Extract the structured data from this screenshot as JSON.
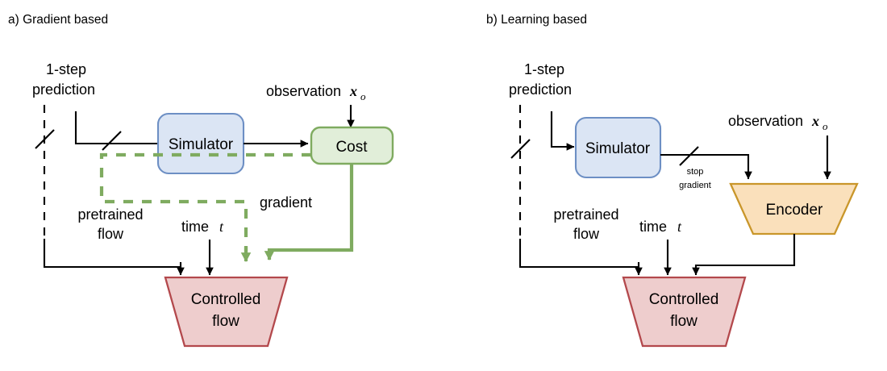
{
  "figure": {
    "background": "#ffffff",
    "panels": [
      {
        "id": "a",
        "title": "a) Gradient based",
        "nodes": [
          {
            "name": "simulator",
            "label": "Simulator",
            "shape": "rounded-rect",
            "fill": "#dbe5f4",
            "stroke": "#6d8fc4"
          },
          {
            "name": "cost",
            "label": "Cost",
            "shape": "rounded-rect",
            "fill": "#e1eed9",
            "stroke": "#7fab60"
          },
          {
            "name": "controlled-flow",
            "label_line1": "Controlled",
            "label_line2": "flow",
            "shape": "trapezoid",
            "fill": "#eecdcd",
            "stroke": "#b3484c"
          }
        ],
        "labels": {
          "one_step": "1-step",
          "prediction": "prediction",
          "observation": "observation",
          "observation_var": "x",
          "observation_sub": "o",
          "pretrained": "pretrained",
          "flow": "flow",
          "time": "time",
          "time_var": "t",
          "gradient": "gradient"
        }
      },
      {
        "id": "b",
        "title": "b) Learning based",
        "nodes": [
          {
            "name": "simulator",
            "label": "Simulator",
            "shape": "rounded-rect",
            "fill": "#dbe5f4",
            "stroke": "#6d8fc4"
          },
          {
            "name": "encoder",
            "label": "Encoder",
            "shape": "trapezoid",
            "fill": "#fae0bb",
            "stroke": "#c9962a"
          },
          {
            "name": "controlled-flow",
            "label_line1": "Controlled",
            "label_line2": "flow",
            "shape": "trapezoid",
            "fill": "#eecdcd",
            "stroke": "#b3484c"
          }
        ],
        "labels": {
          "one_step": "1-step",
          "prediction": "prediction",
          "observation": "observation",
          "observation_var": "x",
          "observation_sub": "o",
          "pretrained": "pretrained",
          "flow": "flow",
          "time": "time",
          "time_var": "t",
          "stop": "stop",
          "gradient": "gradient"
        }
      }
    ],
    "colors": {
      "blue_fill": "#dbe5f4",
      "blue_stroke": "#6d8fc4",
      "green_fill": "#e1eed9",
      "green_stroke": "#7fab60",
      "red_fill": "#eecdcd",
      "red_stroke": "#b3484c",
      "orange_fill": "#fae0bb",
      "orange_stroke": "#c9962a",
      "line": "#000000"
    }
  }
}
